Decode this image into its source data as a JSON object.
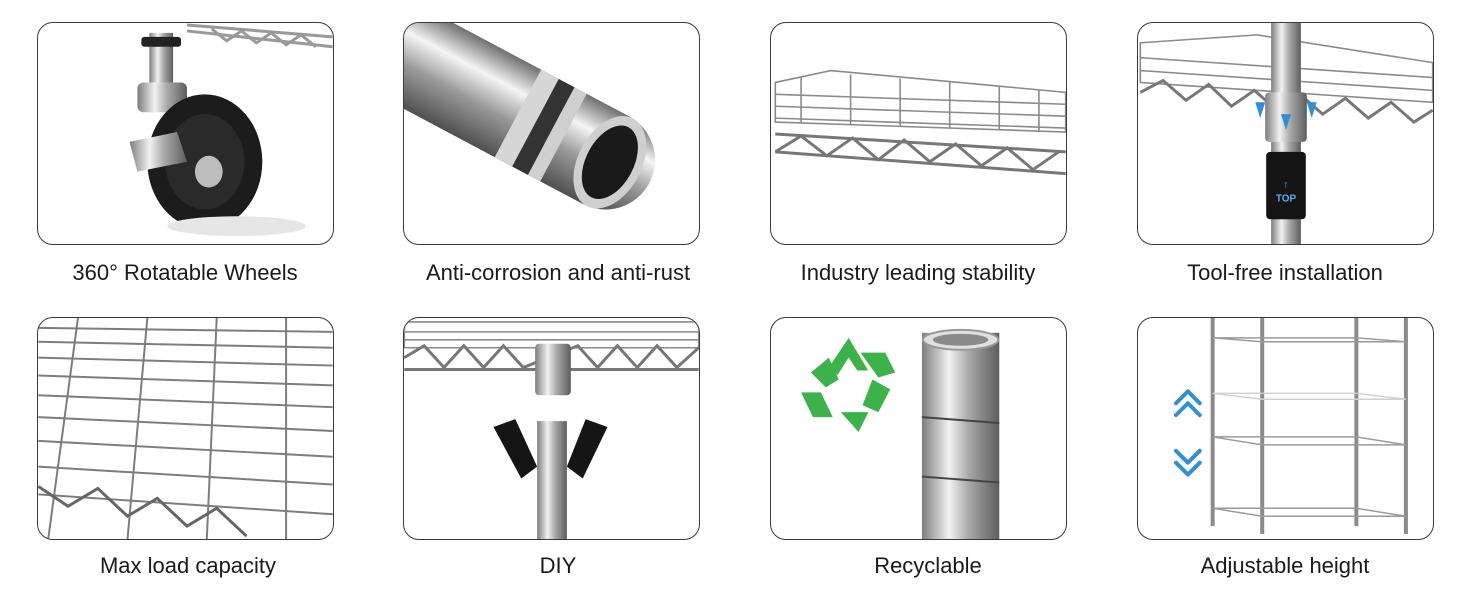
{
  "features": [
    {
      "id": "wheels",
      "label": "360° Rotatable Wheels",
      "icon": "caster-wheel-icon"
    },
    {
      "id": "corrosion",
      "label": "Anti-corrosion and anti-rust",
      "icon": "tube-cross-section-icon"
    },
    {
      "id": "stability",
      "label": "Industry leading stability",
      "icon": "wire-shelf-icon"
    },
    {
      "id": "toolfree",
      "label": "Tool-free installation",
      "icon": "pole-sleeve-icon"
    },
    {
      "id": "load",
      "label": "Max load capacity",
      "icon": "wire-grid-icon"
    },
    {
      "id": "diy",
      "label": "DIY",
      "icon": "connector-clips-icon"
    },
    {
      "id": "recycle",
      "label": "Recyclable",
      "icon": "recycle-icon"
    },
    {
      "id": "height",
      "label": "Adjustable height",
      "icon": "shelving-unit-icon"
    }
  ],
  "badges": {
    "top_label": "TOP"
  },
  "colors": {
    "border": "#3a3a3a",
    "recycle_green": "#3cb34a",
    "arrow_blue": "#2f8fd8"
  }
}
